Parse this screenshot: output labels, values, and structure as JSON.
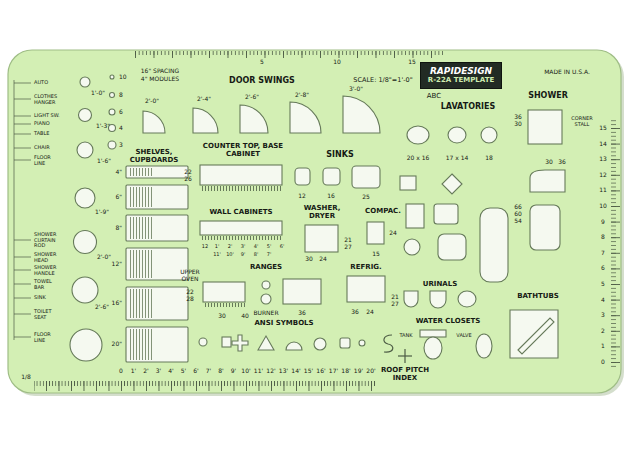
{
  "diagram": {
    "nodes": [
      {
        "text": [
          "RAPIDESIGN",
          "R-22A TEMPLATE"
        ]
      }
    ],
    "labels": [
      "16\" SPACING",
      "4\" MODULES",
      "DOOR SWINGS",
      "SCALE: 1/8\"=1'-0\"",
      "MADE IN U.S.A.",
      "ABC",
      "LAVATORIES",
      "SHOWER",
      "AUTO",
      "CLOTHES HANGER",
      "LIGHT SW.",
      "PIANO",
      "TABLE",
      "CHAIR",
      "FLOOR LINE",
      "SHOWER CURTAIN ROD",
      "SHOWER HEAD",
      "SHOWER HANDLE",
      "TOWEL BAR",
      "SINK",
      "TOILET SEAT",
      "FLOOR LINE",
      "1'-0\"",
      "1'-3\"",
      "1'-6\"",
      "1'-9\"",
      "2'-0\"",
      "2'-6\"",
      "10",
      "8",
      "6",
      "4",
      "3",
      "SHELVES, CUPBOARDS",
      "4\"",
      "6\"",
      "8\"",
      "12\"",
      "16\"",
      "20\"",
      "2'-0\"",
      "2'-4\"",
      "2'-6\"",
      "2'-8\"",
      "3'-0\"",
      "20 x 16",
      "17 x 14",
      "18",
      "36",
      "30",
      "CORNER STALL",
      "30",
      "36",
      "15",
      "14",
      "13",
      "12",
      "11",
      "10",
      "9",
      "8",
      "7",
      "6",
      "5",
      "4",
      "3",
      "2",
      "1",
      "0",
      "5",
      "10",
      "15",
      "COUNTER TOP, BASE CABINET",
      "22",
      "26",
      "WALL CABINETS",
      "12",
      "1'",
      "2'",
      "3'",
      "4'",
      "5'",
      "6'",
      "11'",
      "10'",
      "9'",
      "8'",
      "7'",
      "SINKS",
      "12",
      "16",
      "25",
      "WASHER, DRYER",
      "21",
      "27",
      "30",
      "24",
      "COMPAC.",
      "24",
      "15",
      "RANGES",
      "UPPER OVEN",
      "22",
      "28",
      "BURNER",
      "30",
      "40",
      "36",
      "REFRIG.",
      "36",
      "24",
      "ANSI SYMBOLS",
      "URINALS",
      "21",
      "27",
      "66",
      "60",
      "54",
      "BATHTUBS",
      "WATER CLOSETS",
      "TANK",
      "VALVE",
      "ROOF PITCH INDEX",
      "1/8",
      "0",
      "1'",
      "2'",
      "3'",
      "4'",
      "5'",
      "6'",
      "7'",
      "8'",
      "9'",
      "10'",
      "11'",
      "12'",
      "13'",
      "14'",
      "15'",
      "16'",
      "17'",
      "18'",
      "19'",
      "20'"
    ]
  }
}
